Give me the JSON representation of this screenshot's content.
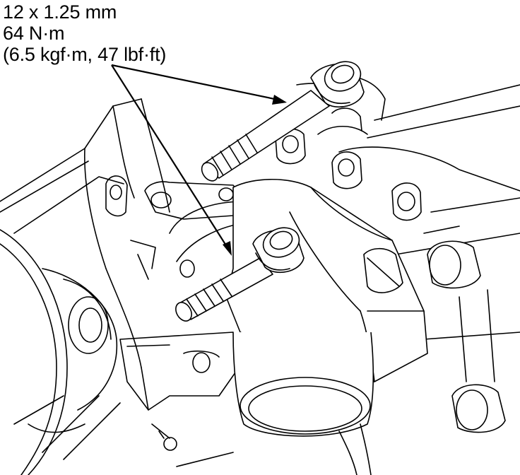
{
  "callout": {
    "thread_size": "12 x 1.25 mm",
    "torque_nm": "64 N·m",
    "torque_alt": "(6.5 kgf·m, 47 lbf·ft)"
  },
  "colors": {
    "ink": "#000000",
    "paper": "#ffffff"
  }
}
